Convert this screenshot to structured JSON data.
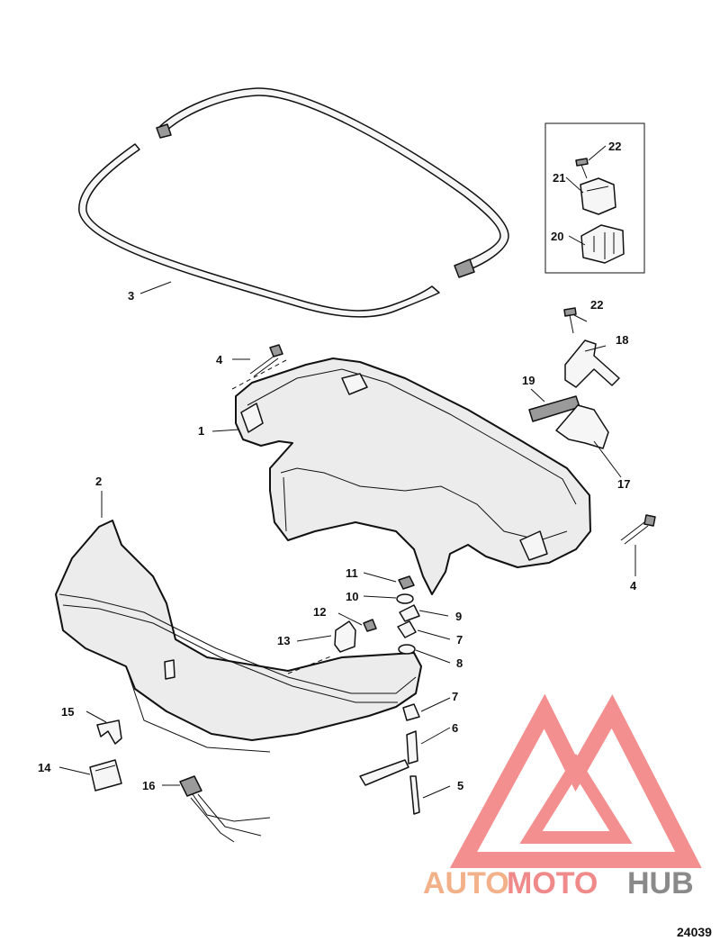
{
  "callouts": {
    "c1": "1",
    "c2": "2",
    "c3": "3",
    "c4a": "4",
    "c4b": "4",
    "c5": "5",
    "c6": "6",
    "c7a": "7",
    "c7b": "7",
    "c8": "8",
    "c9": "9",
    "c10": "10",
    "c11": "11",
    "c12": "12",
    "c13": "13",
    "c14": "14",
    "c15": "15",
    "c16": "16",
    "c17": "17",
    "c18": "18",
    "c19": "19",
    "c20": "20",
    "c21": "21",
    "c22a": "22",
    "c22b": "22"
  },
  "figure_number": "24039",
  "watermark": {
    "part1": "AUTO",
    "part2": "MOTO",
    "part3": "HUB"
  },
  "colors": {
    "watermark_red": "#f06a6a",
    "watermark_orange": "#f3b18a",
    "watermark_gray": "#8a8a8a"
  }
}
